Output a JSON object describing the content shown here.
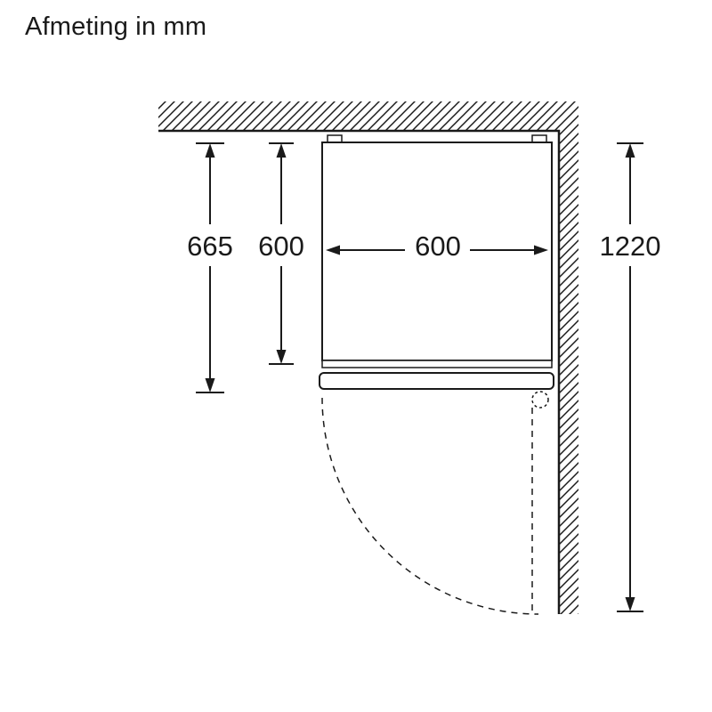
{
  "title": "Afmeting in mm",
  "dimensions": {
    "depth_with_door": "665",
    "depth_body": "600",
    "width": "600",
    "side_clearance": "1220"
  },
  "colors": {
    "line": "#1a1a1a",
    "background": "#ffffff"
  }
}
